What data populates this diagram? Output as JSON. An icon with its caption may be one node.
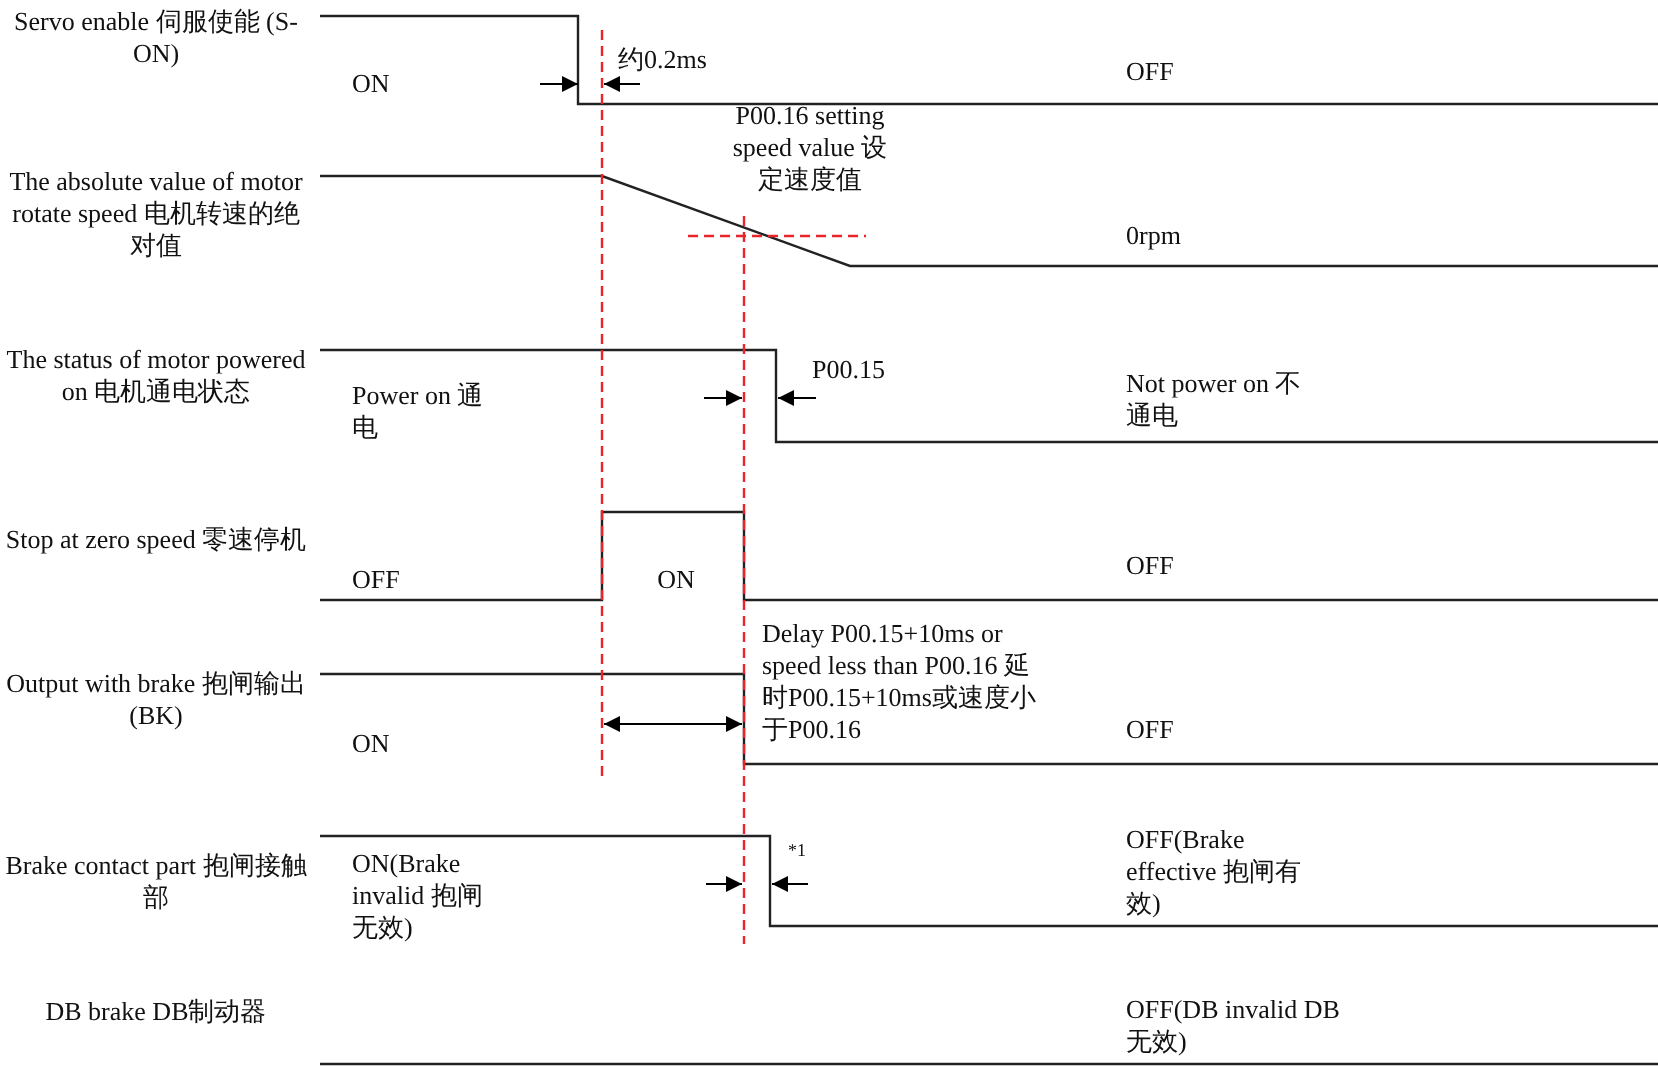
{
  "diagram": {
    "labels": [
      "Servo enable 伺服使能 (S-ON)",
      "ON",
      "约0.2ms",
      "OFF",
      "The absolute value of motor rotate speed 电机转速的绝对值",
      "P00.16 setting speed value 设定速度值",
      "0rpm",
      "The status of motor powered on 电机通电状态",
      "Power on 通电",
      "P00.15",
      "Not power on 不通电",
      "Stop at zero speed 零速停机",
      "OFF",
      "ON",
      "OFF",
      "Delay P00.15+10ms or speed less than P00.16 延时P00.15+10ms或速度小于P00.16",
      "Output with brake 抱闸输出 (BK)",
      "ON",
      "OFF",
      "Brake contact part 抱闸接触部",
      "ON(Brake invalid 抱闸无效)",
      "*1",
      "OFF(Brake effective 抱闸有效)",
      "DB brake DB制动器",
      "OFF(DB invalid DB无效)"
    ]
  }
}
